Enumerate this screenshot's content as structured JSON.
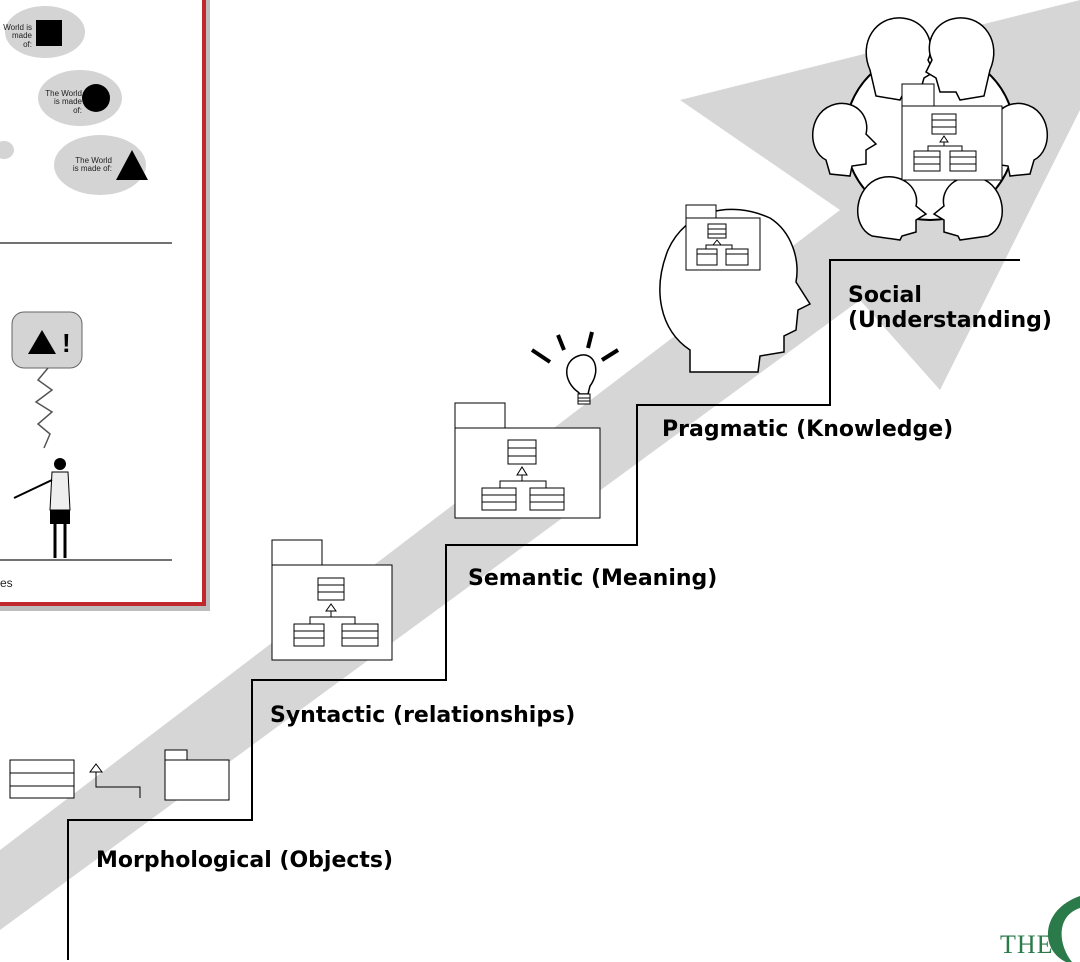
{
  "levels": [
    {
      "id": "morphological",
      "label": "Morphological (Objects)"
    },
    {
      "id": "syntactic",
      "label": "Syntactic (relationships)"
    },
    {
      "id": "semantic",
      "label": "Semantic (Meaning)"
    },
    {
      "id": "pragmatic",
      "label": "Pragmatic (Knowledge)"
    },
    {
      "id": "social",
      "label": "Social (Understanding)"
    }
  ],
  "inset": {
    "bubbles": [
      "World is made of:",
      "The World is made of:",
      "The World is made of:"
    ],
    "exclaim_symbol": "!",
    "caption": "es"
  },
  "logo": {
    "text": "THE"
  },
  "colors": {
    "arrow": "#d6d6d6",
    "inset_border": "#c0282d",
    "bubble": "#d4d4d4",
    "logo": "#2a7a4a"
  }
}
